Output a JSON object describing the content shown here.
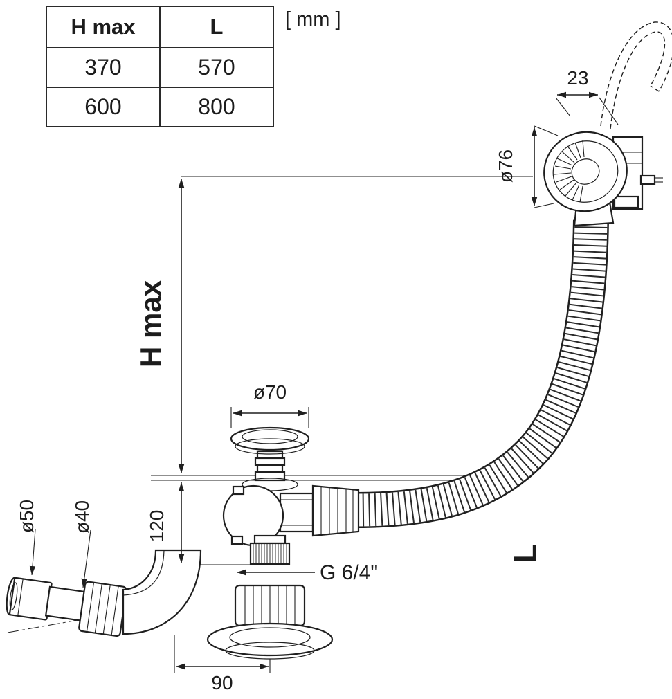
{
  "units_label": "[ mm ]",
  "table": {
    "headers": [
      "H max",
      "L"
    ],
    "rows": [
      [
        "370",
        "570"
      ],
      [
        "600",
        "800"
      ]
    ]
  },
  "labels": {
    "dim_23": "23",
    "dia_76": "ø76",
    "h_max": "H max",
    "dia_70": "ø70",
    "dim_120": "120",
    "dia_50": "ø50",
    "dia_40": "ø40",
    "thread": "G 6/4\"",
    "length": "L",
    "dim_90": "90"
  },
  "colors": {
    "line": "#1f1f1f",
    "background": "#ffffff"
  }
}
